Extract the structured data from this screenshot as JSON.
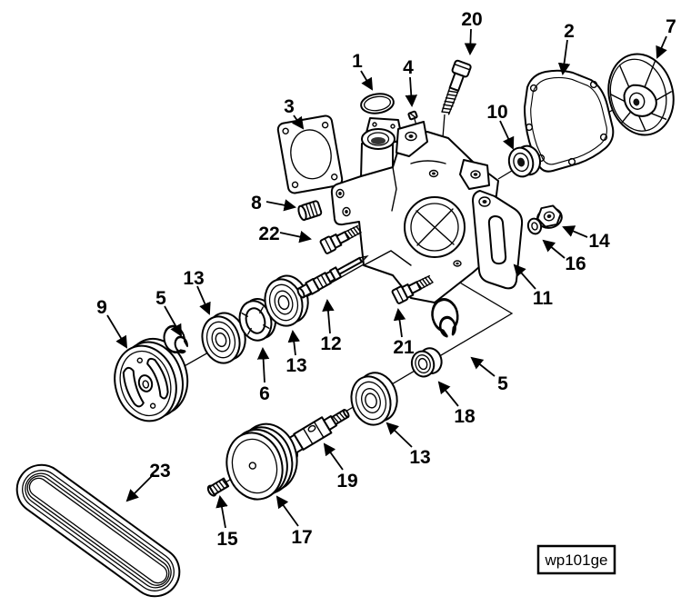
{
  "figure": {
    "code_label": "wp101ge",
    "colors": {
      "background": "#ffffff",
      "line": "#000000"
    },
    "callouts": [
      {
        "label": "1"
      },
      {
        "label": "2"
      },
      {
        "label": "3"
      },
      {
        "label": "4"
      },
      {
        "label": "5"
      },
      {
        "label": "5"
      },
      {
        "label": "6"
      },
      {
        "label": "7"
      },
      {
        "label": "8"
      },
      {
        "label": "9"
      },
      {
        "label": "10"
      },
      {
        "label": "11"
      },
      {
        "label": "12"
      },
      {
        "label": "13"
      },
      {
        "label": "13"
      },
      {
        "label": "13"
      },
      {
        "label": "14"
      },
      {
        "label": "15"
      },
      {
        "label": "16"
      },
      {
        "label": "17"
      },
      {
        "label": "18"
      },
      {
        "label": "19"
      },
      {
        "label": "20"
      },
      {
        "label": "21"
      },
      {
        "label": "22"
      },
      {
        "label": "23"
      }
    ]
  }
}
